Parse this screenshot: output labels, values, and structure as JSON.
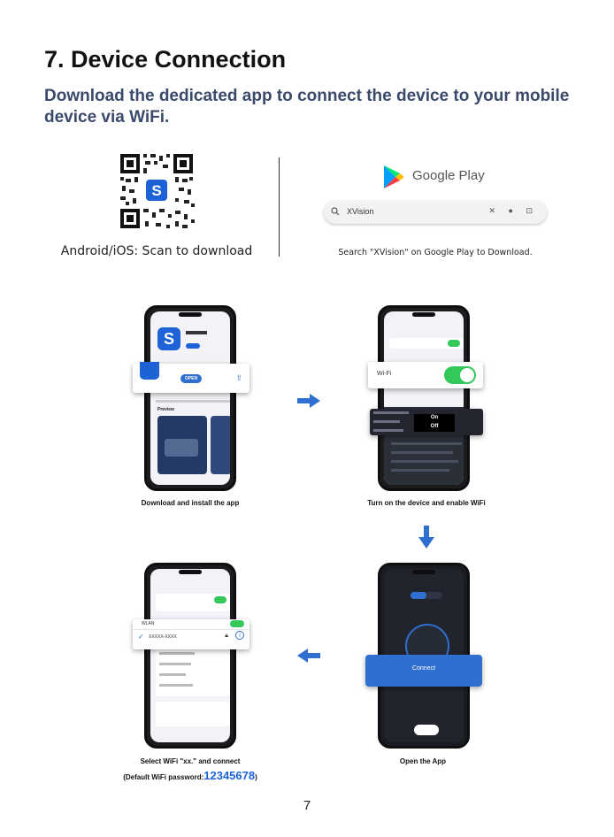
{
  "heading": {
    "title": "7. Device Connection",
    "subtitle": "Download the dedicated app to connect the device to your mobile device via WiFi."
  },
  "download": {
    "qr_caption": "Android/iOS: Scan to download",
    "store_name": "Google Play",
    "search_query": "XVision",
    "store_caption": "Search \"XVision\" on Google Play to Download."
  },
  "steps": [
    {
      "label": "Download and install the app"
    },
    {
      "label": "Turn on the device and enable WiFi"
    },
    {
      "label": "Open the App"
    },
    {
      "label_line1": "Select WiFi \"xx.\" and connect",
      "label_prefix": "(Default WiFi password:",
      "password": "12345678",
      "label_suffix": ")"
    }
  ],
  "phone1": {
    "open_button": "OPEN",
    "section": "Preview",
    "app_initial": "S"
  },
  "phone2": {
    "wifi_label": "Wi-Fi",
    "menu_on": "On",
    "menu_off": "Off"
  },
  "phone3": {
    "connect_button": "Connect"
  },
  "phone4": {
    "network_title": "WLAN",
    "ssid": "XXXXX-XXXX"
  },
  "page_number": "7",
  "colors": {
    "accent_blue": "#2f6fd0",
    "toggle_green": "#34c759",
    "password_blue": "#1d63d6"
  }
}
